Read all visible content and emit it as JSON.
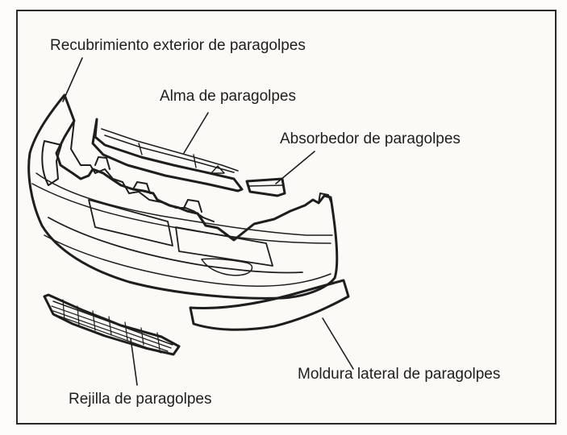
{
  "diagram": {
    "labels": {
      "outer_cover": "Recubrimiento exterior de paragolpes",
      "core": "Alma de paragolpes",
      "absorber": "Absorbedor de paragolpes",
      "side_molding": "Moldura lateral de paragolpes",
      "grille": "Rejilla de paragolpes"
    }
  },
  "colors": {
    "ink": "#1e1e1e",
    "paper": "#fbfaf7"
  }
}
